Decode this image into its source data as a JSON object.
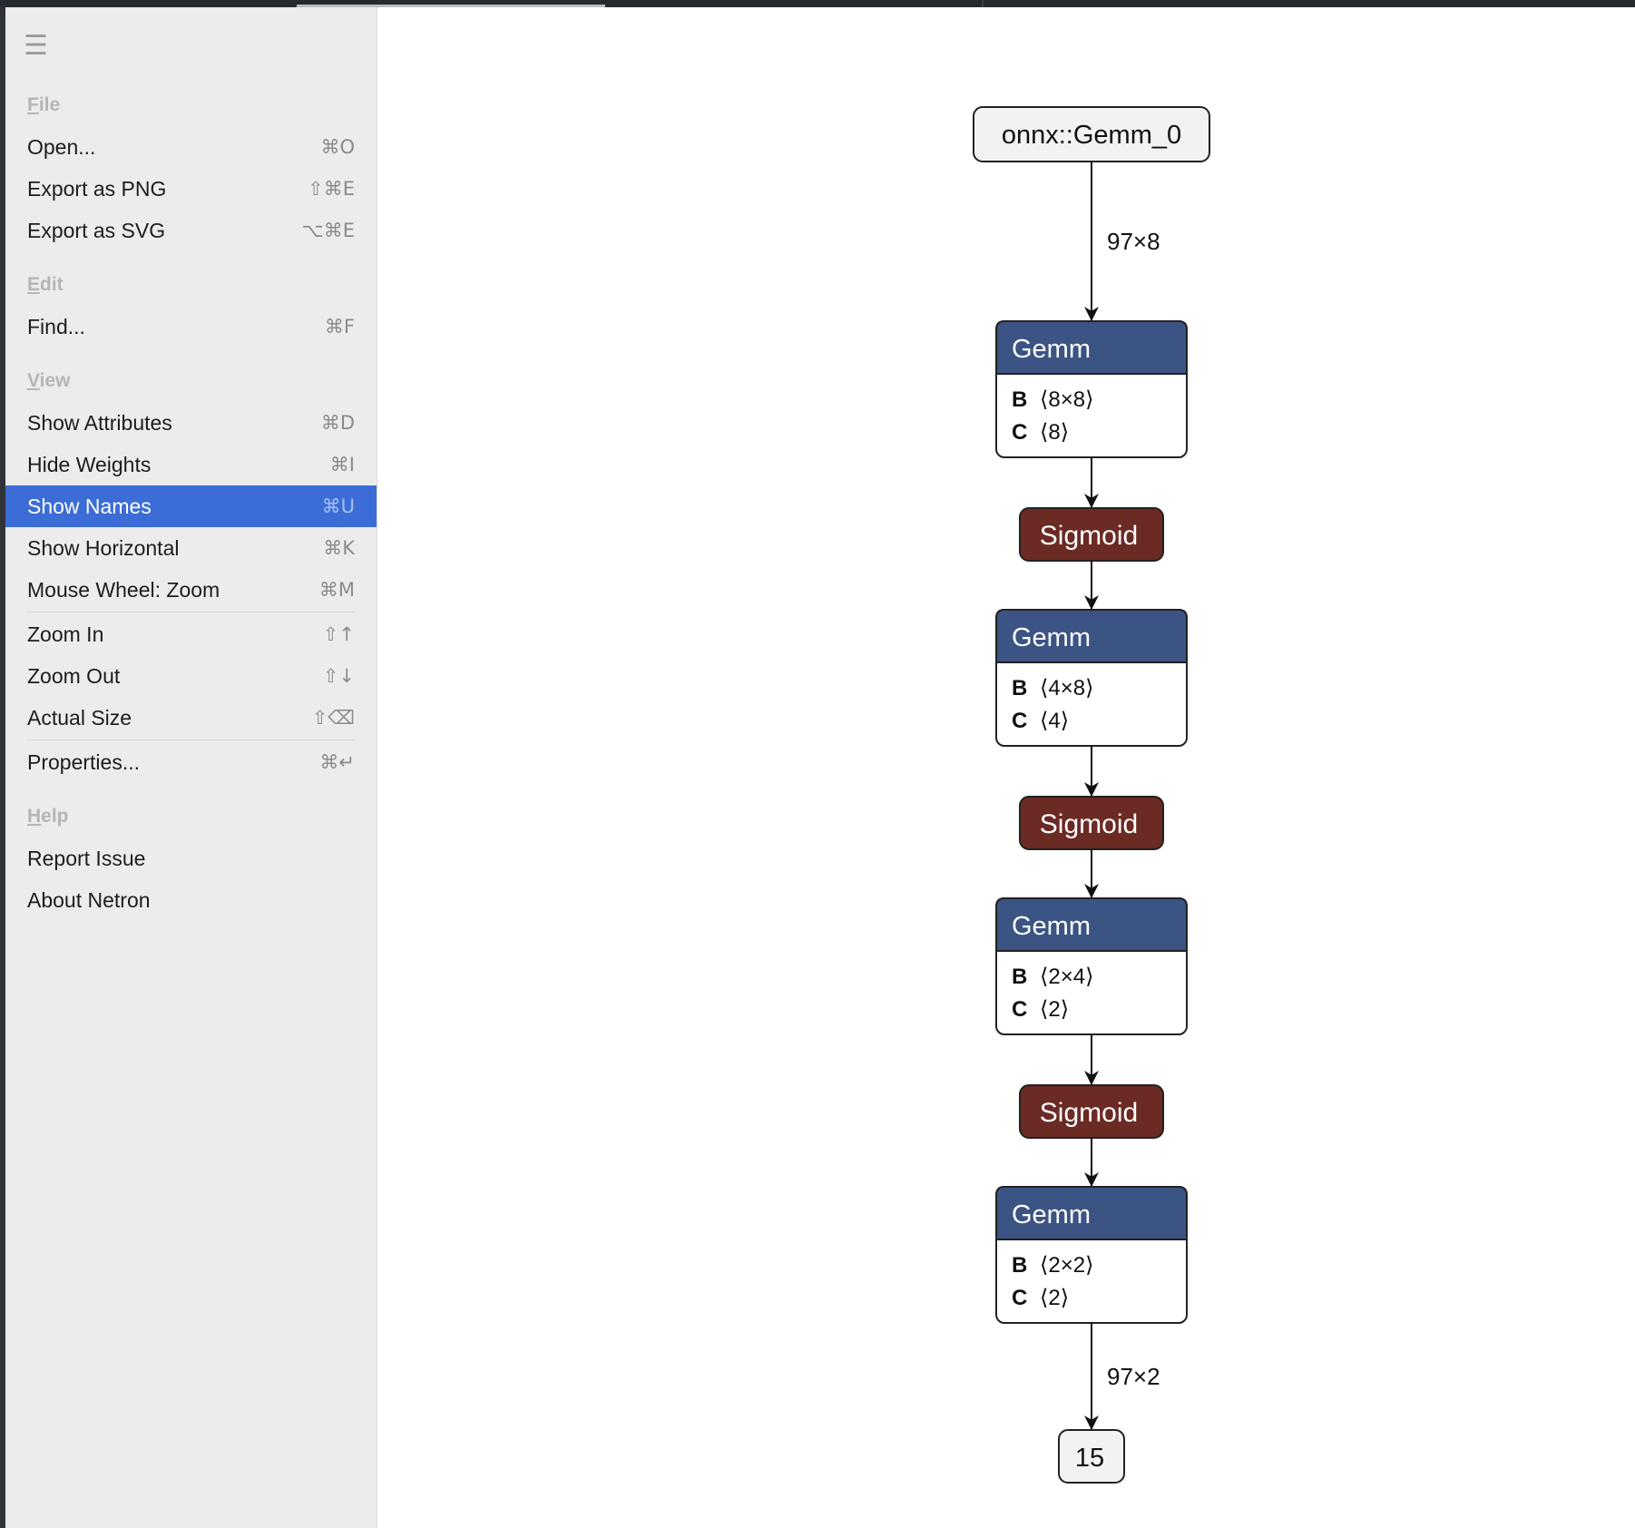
{
  "menu": {
    "sections": [
      {
        "header": "File",
        "items": [
          {
            "label": "Open...",
            "shortcut": "⌘O"
          },
          {
            "label": "Export as PNG",
            "shortcut": "⇧⌘E"
          },
          {
            "label": "Export as SVG",
            "shortcut": "⌥⌘E"
          }
        ]
      },
      {
        "header": "Edit",
        "items": [
          {
            "label": "Find...",
            "shortcut": "⌘F"
          }
        ]
      },
      {
        "header": "View",
        "items": [
          {
            "label": "Show Attributes",
            "shortcut": "⌘D"
          },
          {
            "label": "Hide Weights",
            "shortcut": "⌘I"
          },
          {
            "label": "Show Names",
            "shortcut": "⌘U",
            "selected": true
          },
          {
            "label": "Show Horizontal",
            "shortcut": "⌘K"
          },
          {
            "label": "Mouse Wheel: Zoom",
            "shortcut": "⌘M"
          },
          {
            "label": "Zoom In",
            "shortcut": "⇧↑"
          },
          {
            "label": "Zoom Out",
            "shortcut": "⇧↓"
          },
          {
            "label": "Actual Size",
            "shortcut": "⇧⌫"
          },
          {
            "label": "Properties...",
            "shortcut": "⌘↵"
          }
        ]
      },
      {
        "header": "Help",
        "items": [
          {
            "label": "Report Issue",
            "shortcut": ""
          },
          {
            "label": "About Netron",
            "shortcut": ""
          }
        ]
      }
    ]
  },
  "graph": {
    "input": "onnx::Gemm_0",
    "output": "15",
    "edge_in_label": "97×8",
    "edge_out_label": "97×2",
    "nodes": [
      {
        "type": "Gemm",
        "attrs": [
          {
            "name": "B",
            "value": "⟨8×8⟩"
          },
          {
            "name": "C",
            "value": "⟨8⟩"
          }
        ]
      },
      {
        "type": "Sigmoid"
      },
      {
        "type": "Gemm",
        "attrs": [
          {
            "name": "B",
            "value": "⟨4×8⟩"
          },
          {
            "name": "C",
            "value": "⟨4⟩"
          }
        ]
      },
      {
        "type": "Sigmoid"
      },
      {
        "type": "Gemm",
        "attrs": [
          {
            "name": "B",
            "value": "⟨2×4⟩"
          },
          {
            "name": "C",
            "value": "⟨2⟩"
          }
        ]
      },
      {
        "type": "Sigmoid"
      },
      {
        "type": "Gemm",
        "attrs": [
          {
            "name": "B",
            "value": "⟨2×2⟩"
          },
          {
            "name": "C",
            "value": "⟨2⟩"
          }
        ]
      }
    ],
    "colors": {
      "gemm_header": "#3b5484",
      "sigmoid": "#6b2a24",
      "node_border": "#222222",
      "io_fill": "#f2f2f2"
    }
  }
}
